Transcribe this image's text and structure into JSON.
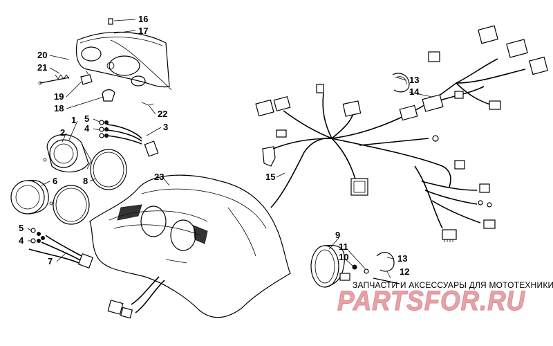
{
  "callouts": {
    "c1": "1",
    "c2": "2",
    "c3": "3",
    "c4a": "4",
    "c4b": "4",
    "c5a": "5",
    "c5b": "5",
    "c6": "6",
    "c7": "7",
    "c8": "8",
    "c9": "9",
    "c10": "10",
    "c11": "11",
    "c12": "12",
    "c13a": "13",
    "c13b": "13",
    "c14": "14",
    "c15": "15",
    "c16": "16",
    "c17": "17",
    "c18": "18",
    "c19": "19",
    "c20": "20",
    "c21": "21",
    "c22": "22",
    "c23": "23"
  },
  "watermark": {
    "tagline": "ЗАПЧАСТИ И АКСЕССУАРЫ ДЛЯ МОТОТЕХНИКИ",
    "logo": "PARTSFOR.RU",
    "logo_color": "#e9a1a8"
  }
}
